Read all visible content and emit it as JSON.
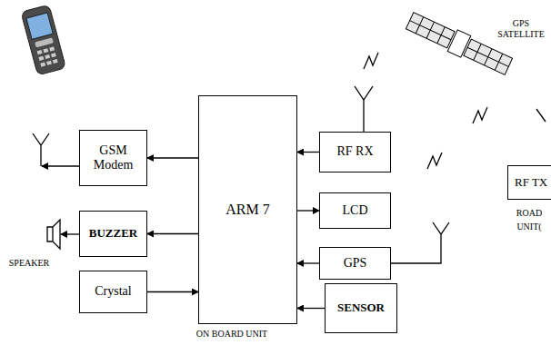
{
  "diagram": {
    "nodes": [
      {
        "text": [
          "GSM Modem"
        ]
      },
      {
        "text": [
          "ARM 7"
        ]
      },
      {
        "text": [
          "RF RX"
        ]
      },
      {
        "text": [
          "RF TX"
        ]
      },
      {
        "text": [
          "LCD"
        ]
      },
      {
        "text": [
          "BUZZER"
        ]
      },
      {
        "text": [
          "GPS"
        ]
      },
      {
        "text": [
          "Crystal"
        ]
      },
      {
        "text": [
          "SENSOR"
        ]
      }
    ],
    "edges": [
      {
        "from": 1,
        "to": 0,
        "arrow": "to"
      },
      {
        "from": 2,
        "to": 1,
        "arrow": "to"
      },
      {
        "from": 1,
        "to": 4,
        "arrow": "to"
      },
      {
        "from": 1,
        "to": 5,
        "arrow": "to"
      },
      {
        "from": 6,
        "to": 1,
        "arrow": "to"
      },
      {
        "from": 7,
        "to": 1,
        "arrow": "to"
      },
      {
        "from": 8,
        "to": 1,
        "arrow": "to"
      }
    ],
    "labels": [
      "GPS SATELLITE",
      "ROAD",
      "UNIT(",
      "SPEAKER",
      "ON BOARD UNIT"
    ]
  }
}
